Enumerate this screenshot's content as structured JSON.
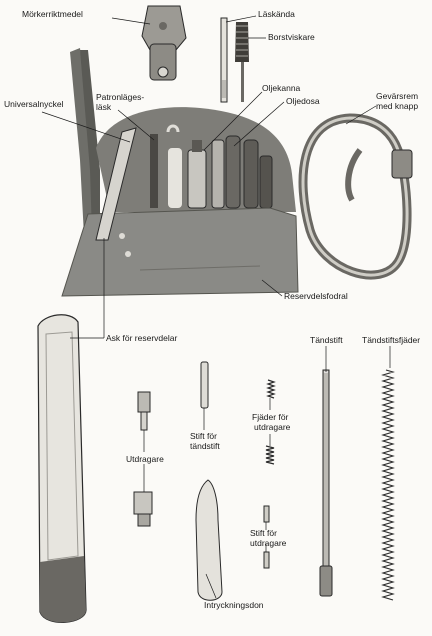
{
  "labels": {
    "morkerriktmedel": "Mörkerriktmedel",
    "laskanda": "Läskända",
    "borstviskare": "Borstviskare",
    "oljekanna": "Oljekanna",
    "oljedosa": "Oljedosa",
    "universalnyckel": "Universalnyckel",
    "patronlages_1": "Patronläges-",
    "patronlages_2": "läsk",
    "gevarsrem_1": "Gevärsrem",
    "gevarsrem_2": "med knapp",
    "reservdelsfodral": "Reservdelsfodral",
    "ask_for_reservdelar": "Ask för reservdelar",
    "tandstift": "Tändstift",
    "tandstiftsfjader": "Tändstiftsfjäder",
    "utdragare": "Utdragare",
    "stift_tandstift_1": "Stift för",
    "stift_tandstift_2": "tändstift",
    "fjader_utdragare_1": "Fjäder för",
    "fjader_utdragare_2": "utdragare",
    "stift_utdragare_1": "Stift för",
    "stift_utdragare_2": "utdragare",
    "intryckningsdon": "Intryckningsdon"
  },
  "colors": {
    "paper": "#fbfaf7",
    "pouch": "#8a8a86",
    "pouch_dark": "#55554f",
    "metal": "#c9c9c4",
    "ink": "#1a1a1a"
  }
}
